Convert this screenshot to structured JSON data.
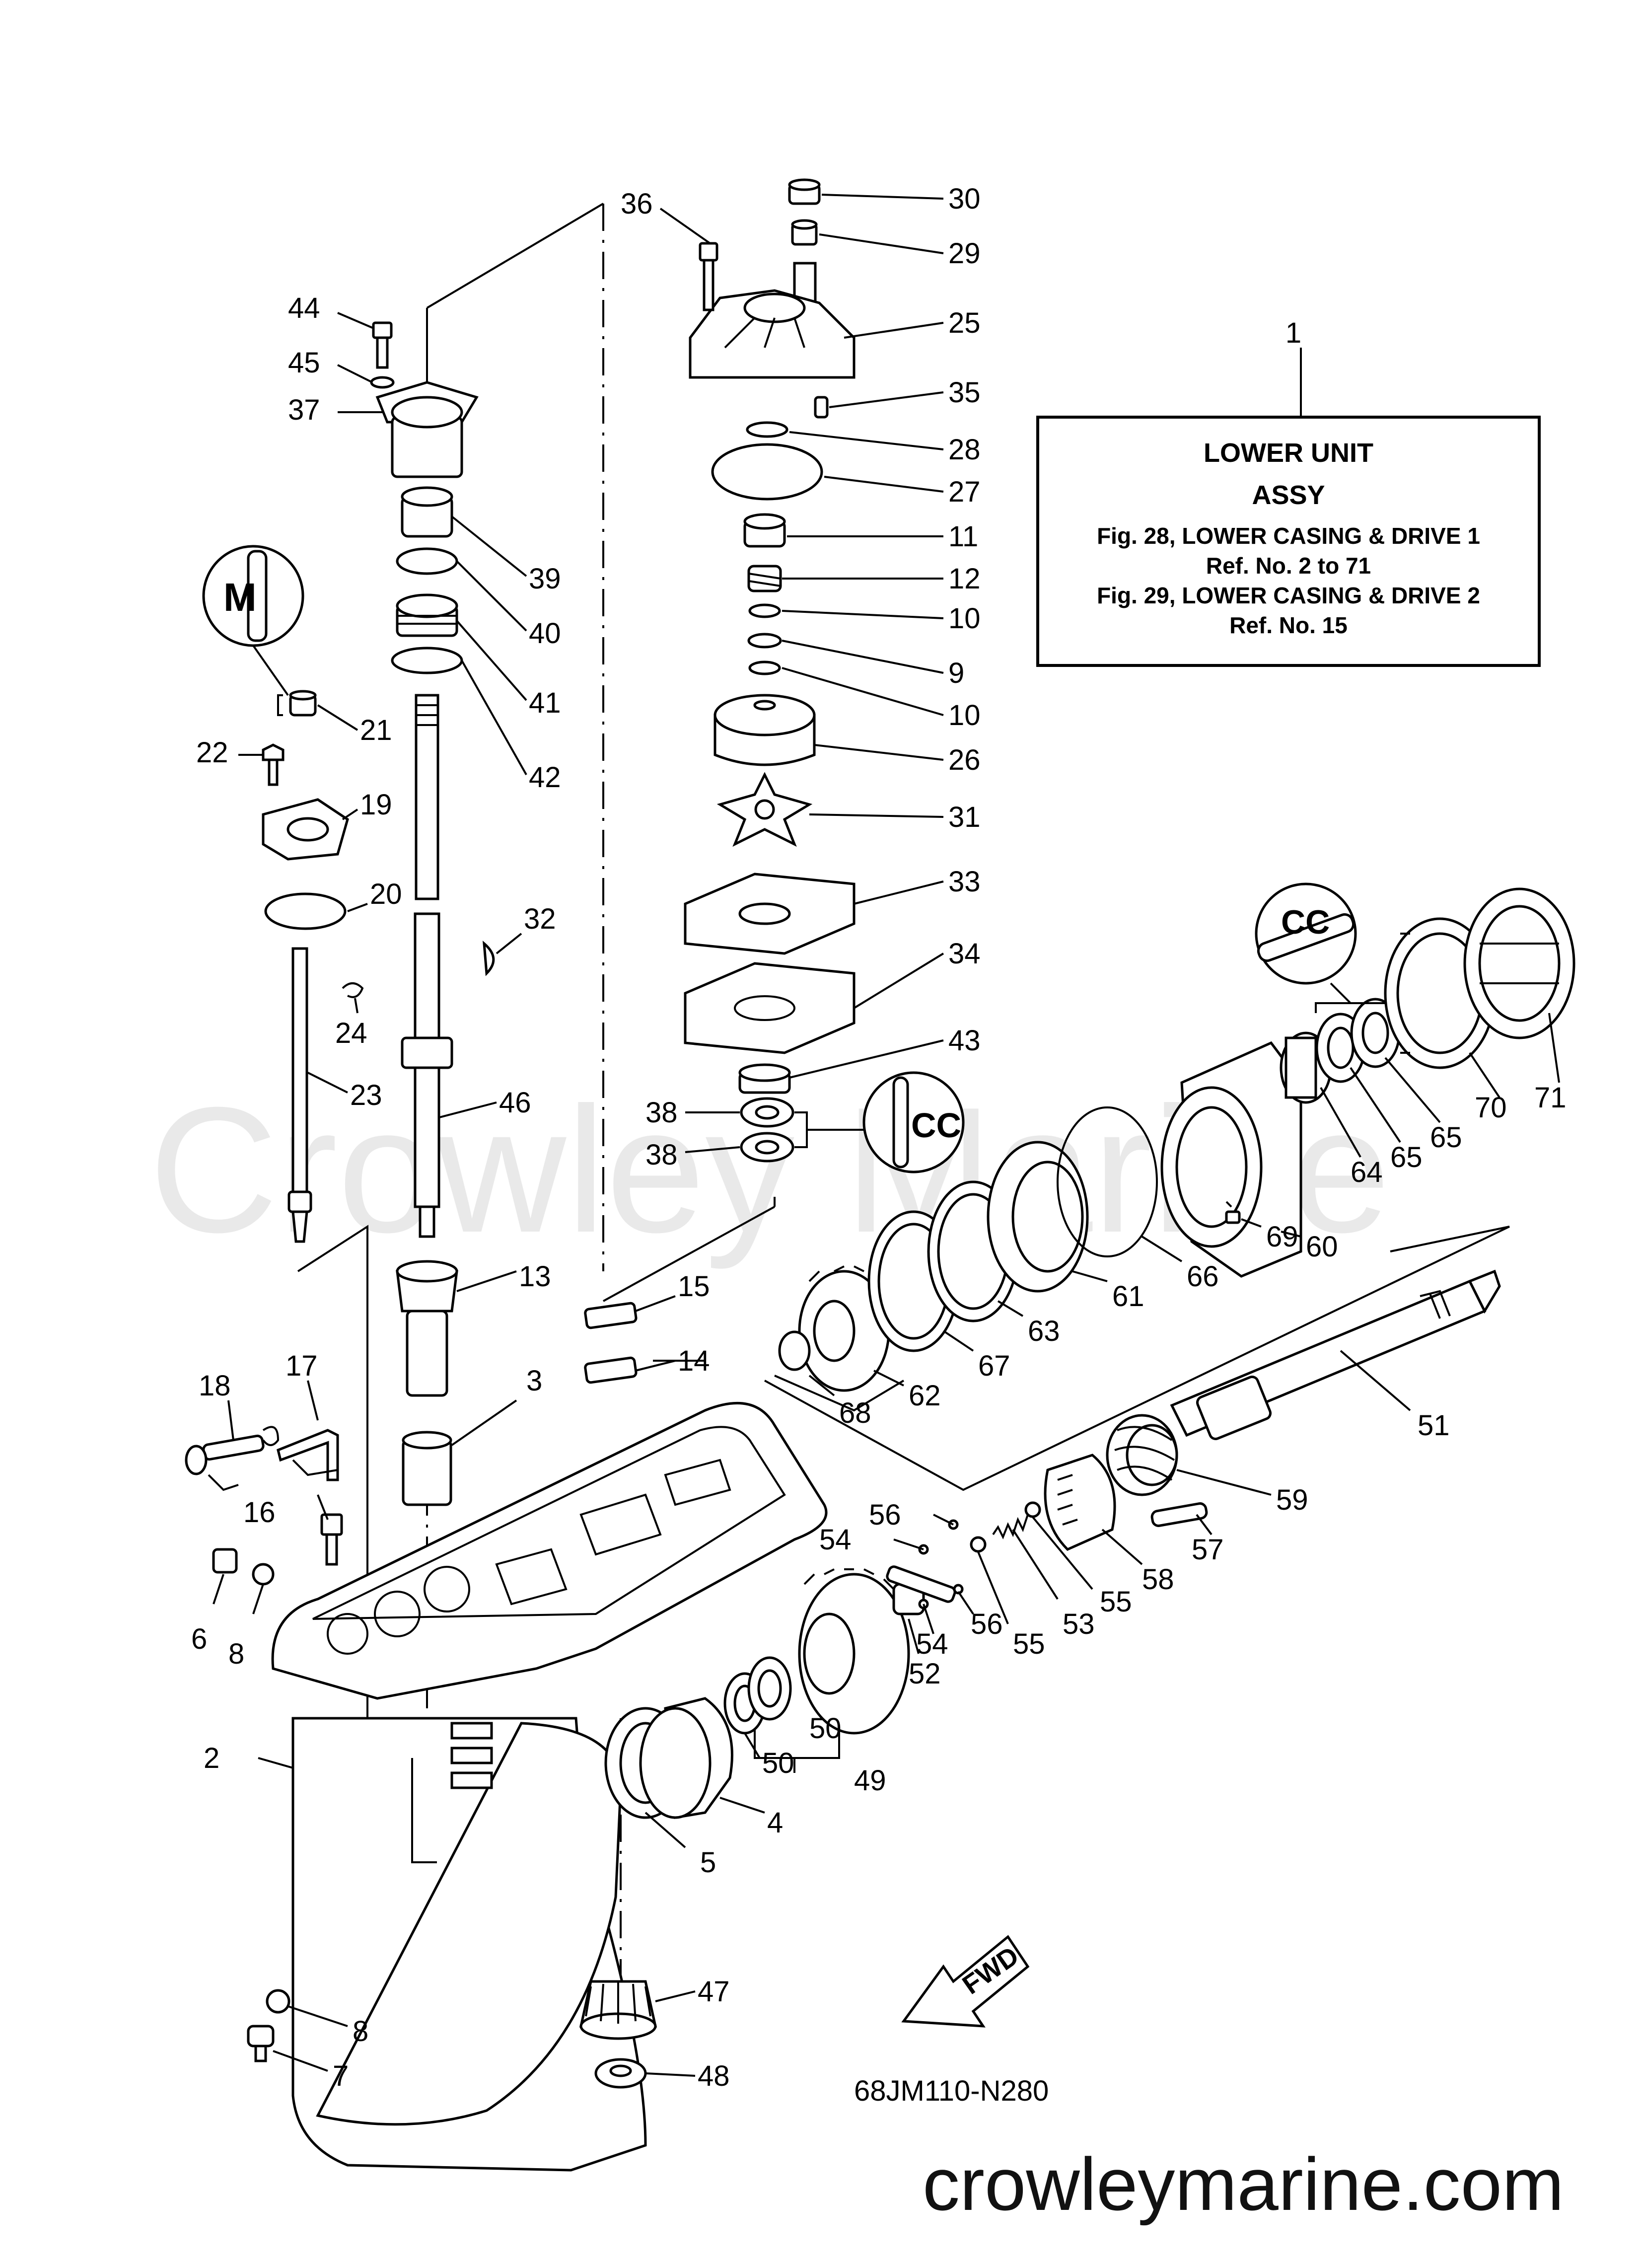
{
  "watermark": "Crowley Marine",
  "website": "crowleymarine.com",
  "figure_code": "68JM110-N280",
  "fwd_label": "FWD",
  "info_box": {
    "ref": "1",
    "title_line1": "LOWER UNIT",
    "title_line2": "ASSY",
    "line1": "Fig. 28, LOWER CASING & DRIVE 1",
    "line2": "Ref. No. 2 to 71",
    "line3": "Fig. 29, LOWER CASING & DRIVE 2",
    "line4": "Ref. No. 15"
  },
  "grease_badge_1": "M",
  "grease_badge_2": "CC",
  "grease_badge_3": "CC",
  "callouts": [
    "30",
    "29",
    "25",
    "35",
    "28",
    "27",
    "11",
    "12",
    "10",
    "9",
    "10",
    "26",
    "31",
    "33",
    "34",
    "43",
    "38",
    "38",
    "36",
    "44",
    "45",
    "37",
    "39",
    "40",
    "41",
    "42",
    "21",
    "22",
    "19",
    "20",
    "32",
    "24",
    "23",
    "46",
    "13",
    "15",
    "14",
    "3",
    "18",
    "17",
    "16",
    "6",
    "8",
    "2",
    "5",
    "4",
    "50",
    "50",
    "49",
    "52",
    "54",
    "56",
    "54",
    "56",
    "55",
    "53",
    "55",
    "58",
    "57",
    "59",
    "51",
    "68",
    "62",
    "67",
    "63",
    "61",
    "66",
    "69",
    "60",
    "64",
    "65",
    "65",
    "70",
    "71",
    "47",
    "48",
    "8",
    "7"
  ]
}
